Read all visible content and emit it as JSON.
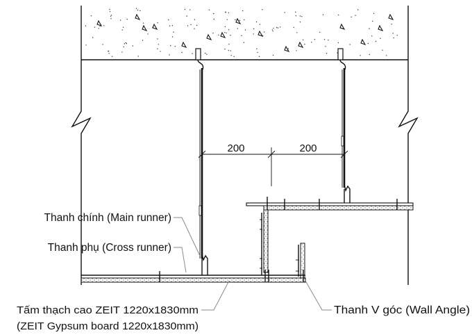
{
  "dimensions": {
    "left": "200",
    "right": "200"
  },
  "labels": {
    "main_runner": "Thanh chính (Main runner)",
    "cross_runner": "Thanh phụ (Cross runner)",
    "gypsum_line1": "Tấm thạch cao ZEIT 1220x1830mm",
    "gypsum_line2": "(ZEIT Gypsum board 1220x1830mm)",
    "wall_angle": "Thanh V góc (Wall Angle)"
  }
}
